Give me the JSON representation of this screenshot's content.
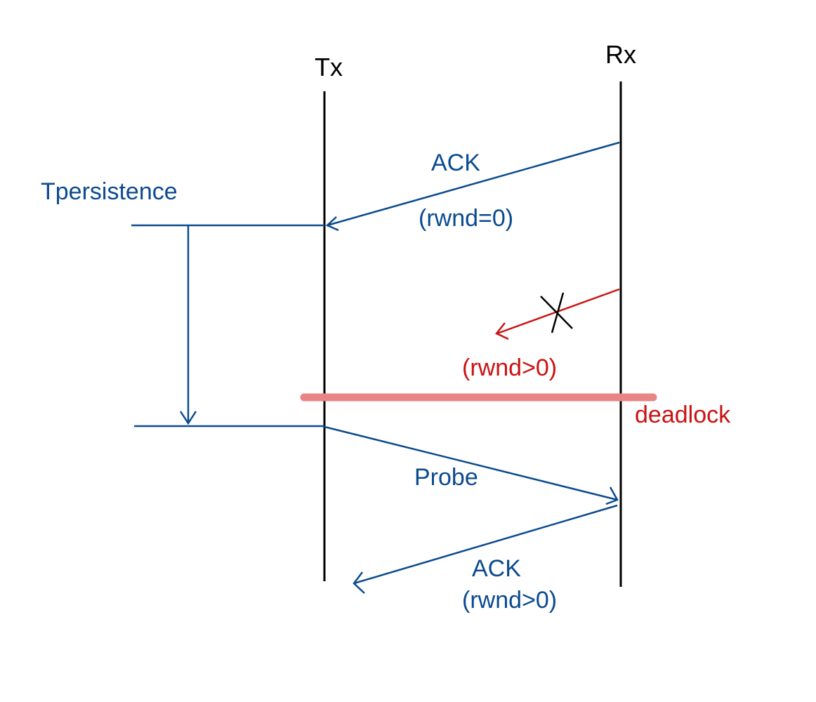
{
  "colors": {
    "lifeline": "#000000",
    "message_blue": "#0b4a8f",
    "lost_message_red": "#cc1111",
    "deadlock_bar": "#e98585",
    "lost_cross": "#000000",
    "background": "#ffffff"
  },
  "lifelines": {
    "tx_label": "Tx",
    "rx_label": "Rx"
  },
  "timer": {
    "label": "Tpersistence"
  },
  "messages": {
    "ack_zero": {
      "label": "ACK",
      "sublabel": "(rwnd=0)"
    },
    "lost_update": {
      "sublabel": "(rwnd>0)",
      "lost_marker": "x-mark-icon"
    },
    "deadlock": {
      "label": "deadlock"
    },
    "probe": {
      "label": "Probe"
    },
    "ack_positive": {
      "label": "ACK",
      "sublabel": "(rwnd>0)"
    }
  }
}
